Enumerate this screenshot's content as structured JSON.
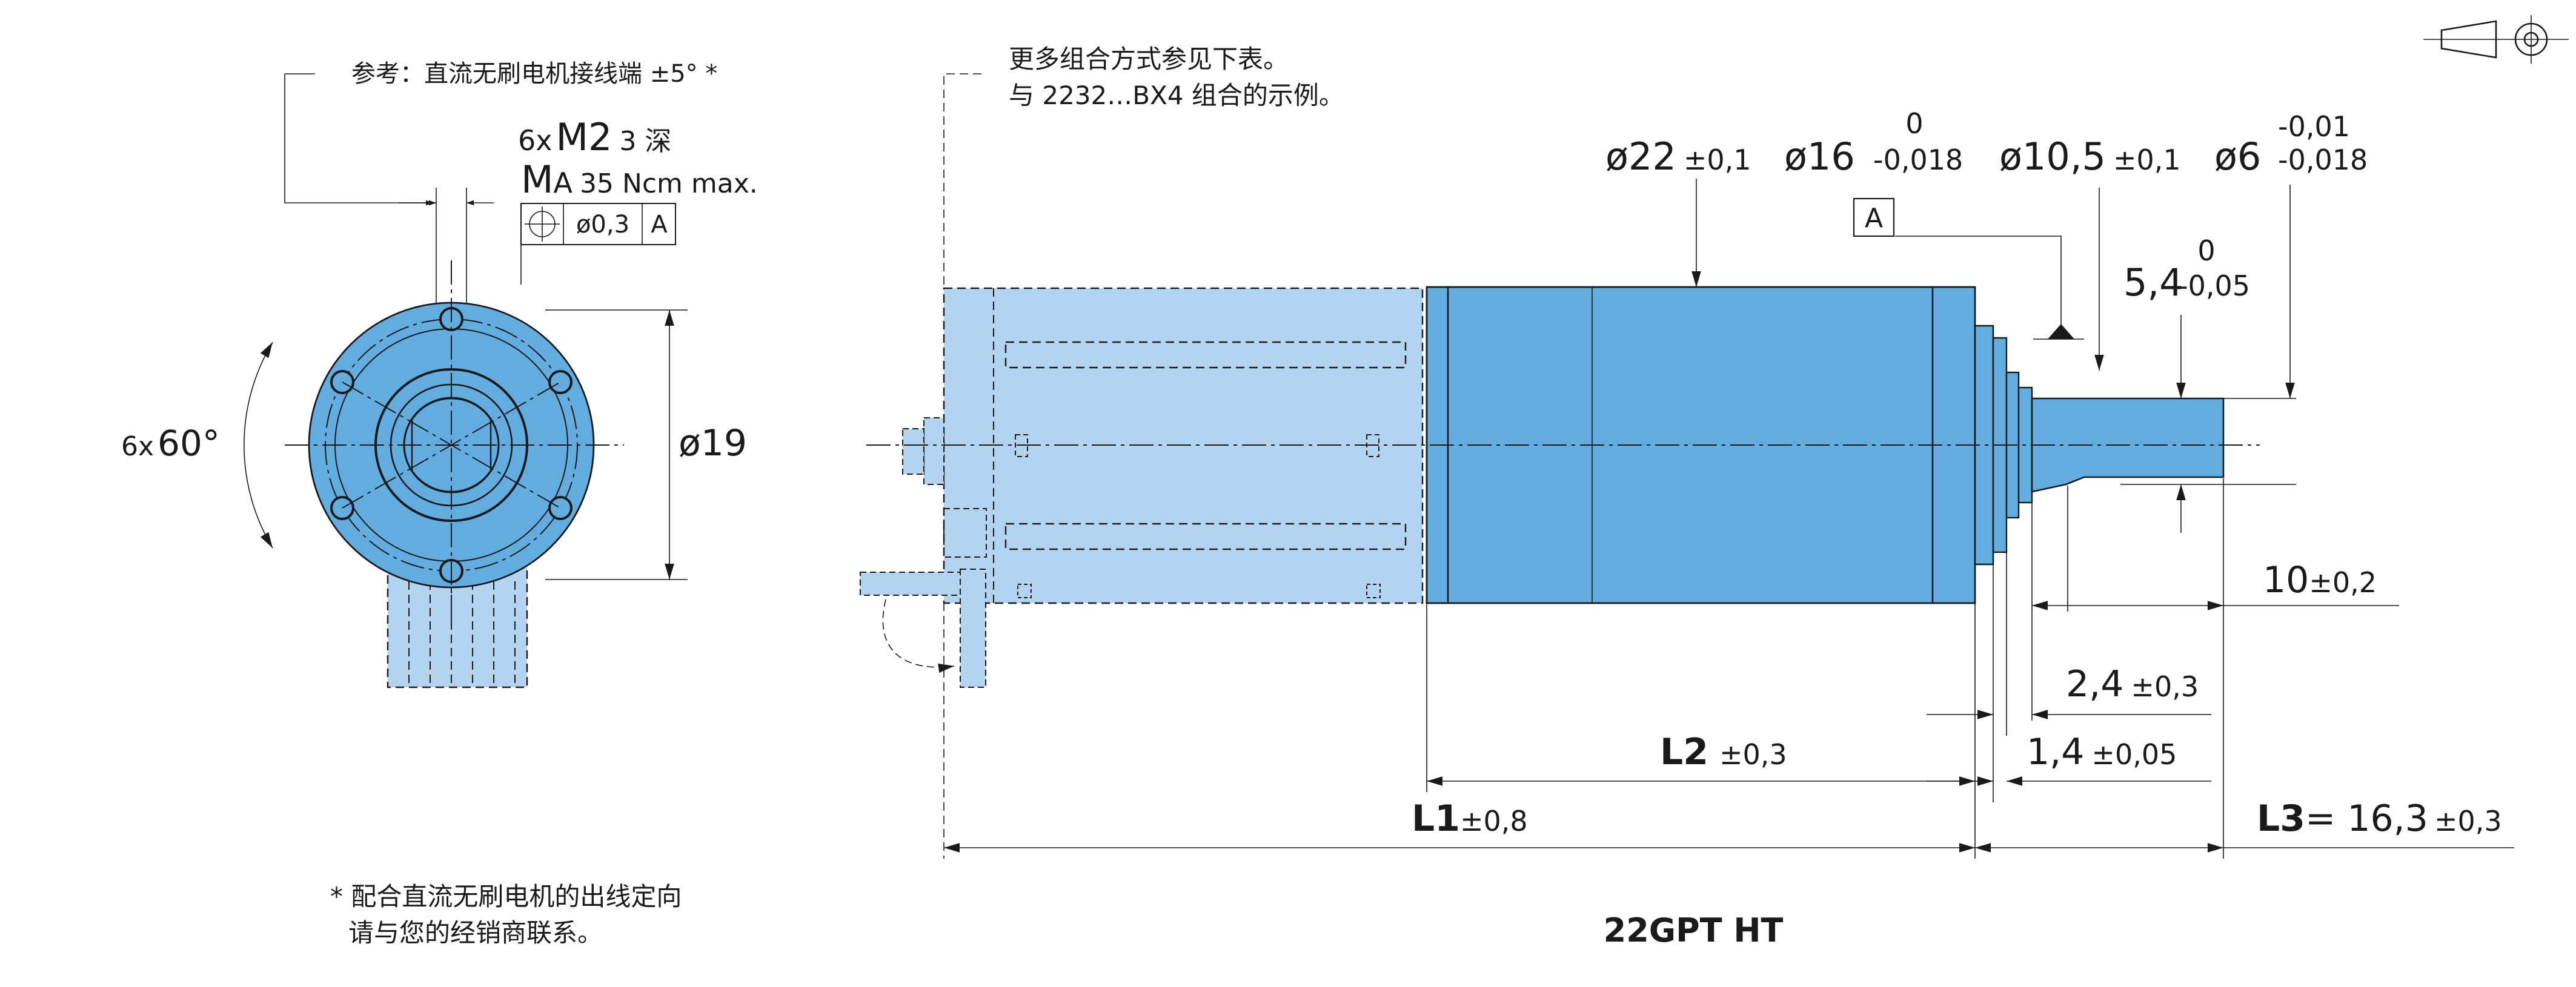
{
  "colors": {
    "motor_blue": "#62ace0",
    "light_blue": "#b3d4f0",
    "line": "#1a1a1a",
    "background": "#ffffff"
  },
  "icons": {
    "projection_symbol": "first-angle-projection-icon"
  },
  "front_view": {
    "reference_note": "参考：直流无刷电机接线端 ±5° *",
    "thread_count": "6x",
    "thread_size": "M2",
    "thread_depth": "3 深",
    "torque_symbol": "M",
    "torque_sub": "A",
    "torque_value": "35 Ncm max.",
    "tolerance_frame": {
      "symbol": "⌖",
      "value": "ø0,3",
      "datum": "A"
    },
    "angle_count": "6x",
    "angle_value": "60°",
    "diameter": "ø19"
  },
  "side_view": {
    "combo_note_line1": "更多组合方式参见下表。",
    "combo_note_line2": "与 2232…BX4 组合的示例。",
    "dia_22": "ø22",
    "dia_22_tol": "±0,1",
    "dia_16": "ø16",
    "dia_16_tol_upper": "0",
    "dia_16_tol_lower": "-0,018",
    "dia_10_5": "ø10,5",
    "dia_10_5_tol": "±0,1",
    "dia_6": "ø6",
    "dia_6_tol_upper": "-0,01",
    "dia_6_tol_lower": "-0,018",
    "datum_label": "A",
    "flat_dim": "5,4",
    "flat_tol_upper": "0",
    "flat_tol_lower": "-0,05",
    "len_10": "10",
    "len_10_tol": "±0,2",
    "len_2_4": "2,4",
    "len_2_4_tol": "±0,3",
    "len_1_4": "1,4",
    "len_1_4_tol": "±0,05",
    "l2_label": "L2",
    "l2_tol": "±0,3",
    "l1_label": "L1",
    "l1_tol": "±0,8",
    "l3_label": "L3",
    "l3_value": "= 16,3",
    "l3_tol": "±0,3"
  },
  "footnote_line1": "* 配合直流无刷电机的出线定向",
  "footnote_line2": "请与您的经销商联系。",
  "drawing_title": "22GPT HT"
}
